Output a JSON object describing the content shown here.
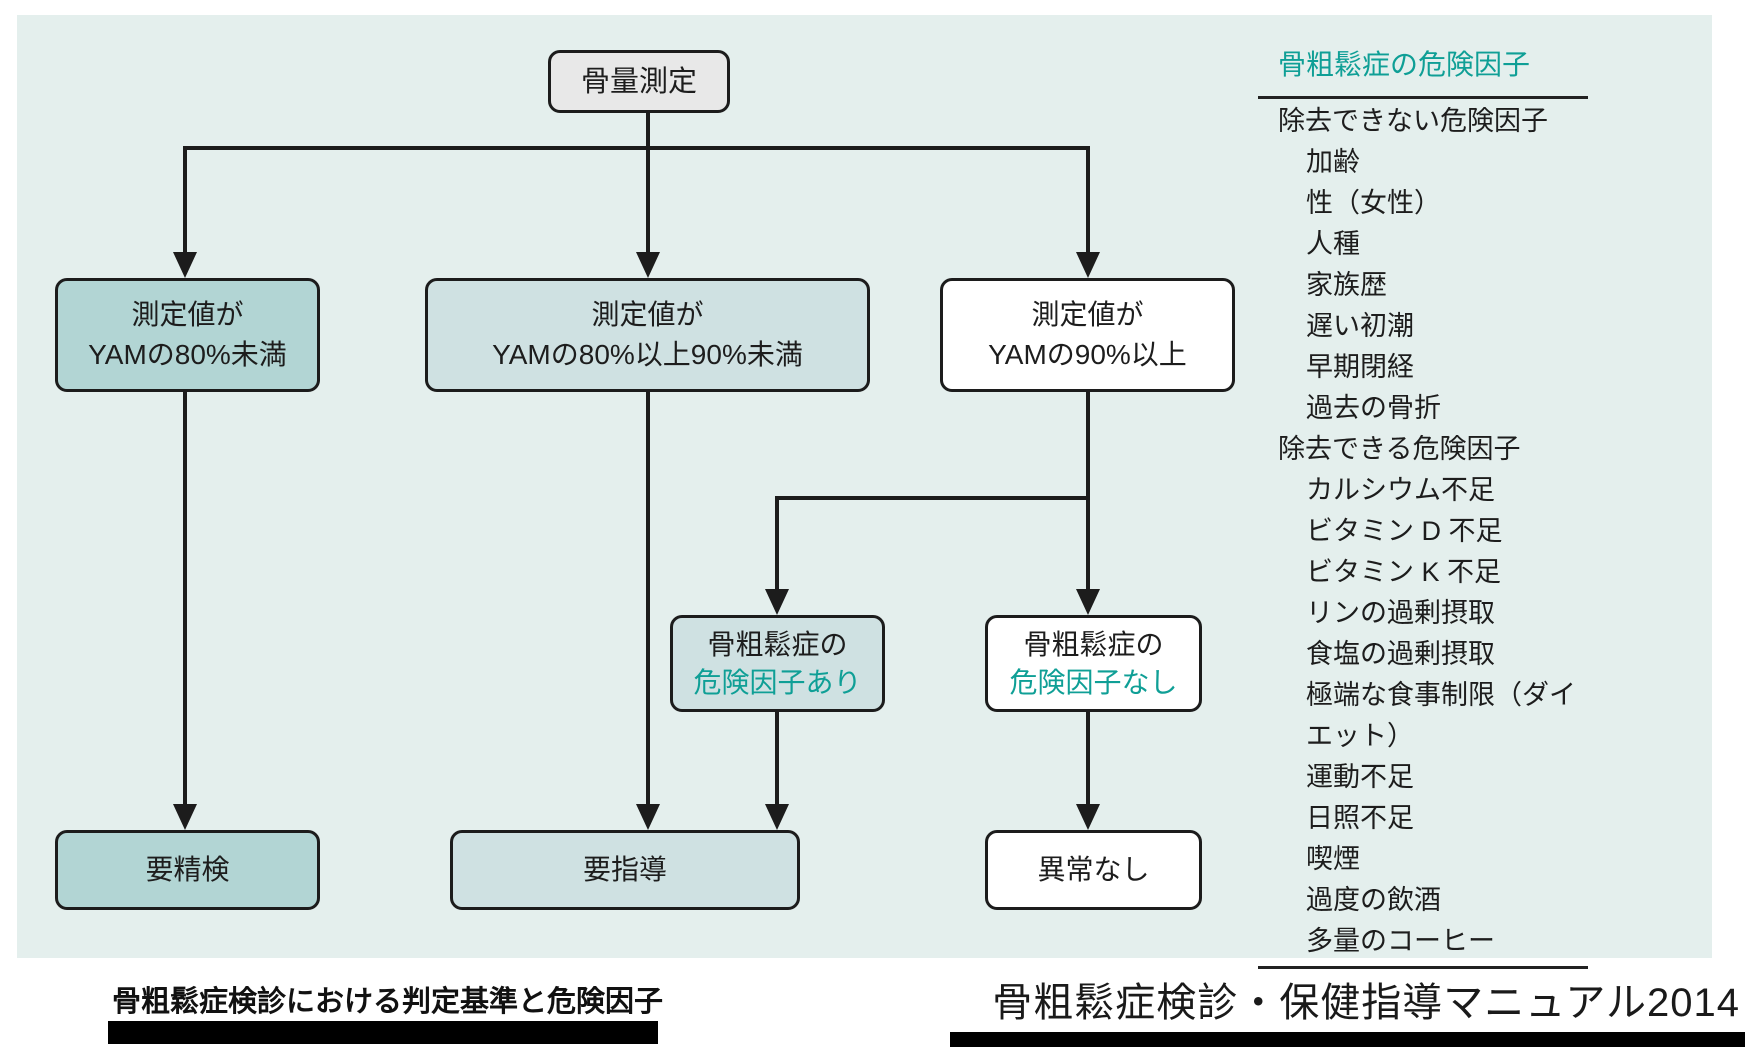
{
  "colors": {
    "panel_bg": "#e4efed",
    "box_teal_dark": "#b2d5d4",
    "box_teal_light": "#cfe1e2",
    "box_gray": "#e8e8e8",
    "box_white": "#ffffff",
    "accent_teal": "#0f9f96",
    "line_dark": "#1c1c1c"
  },
  "flowchart": {
    "start": {
      "label": "骨量測定"
    },
    "branch_low": {
      "line1": "測定値が",
      "line2": "YAMの80%未満"
    },
    "branch_mid": {
      "line1": "測定値が",
      "line2": "YAMの80%以上90%未満"
    },
    "branch_high": {
      "line1": "測定値が",
      "line2": "YAMの90%以上"
    },
    "risk_yes": {
      "line1": "骨粗鬆症の",
      "line2": "危険因子あり"
    },
    "risk_no": {
      "line1": "骨粗鬆症の",
      "line2": "危険因子なし"
    },
    "outcome_exam": {
      "label": "要精検"
    },
    "outcome_guidance": {
      "label": "要指導"
    },
    "outcome_normal": {
      "label": "異常なし"
    }
  },
  "risk_panel": {
    "title": "骨粗鬆症の危険因子",
    "items": [
      "除去できない危険因子",
      "加齢",
      "性（女性）",
      "人種",
      "家族歴",
      "遅い初潮",
      "早期閉経",
      "過去の骨折",
      "除去できる危険因子",
      "カルシウム不足",
      "ビタミン D 不足",
      "ビタミン K 不足",
      "リンの過剰摂取",
      "食塩の過剰摂取",
      "極端な食事制限（ダイエット）",
      "運動不足",
      "日照不足",
      "喫煙",
      "過度の飲酒",
      "多量のコーヒー"
    ]
  },
  "captions": {
    "figure_title": "骨粗鬆症検診における判定基準と危険因子",
    "source": "骨粗鬆症検診・保健指導マニュアル2014"
  }
}
